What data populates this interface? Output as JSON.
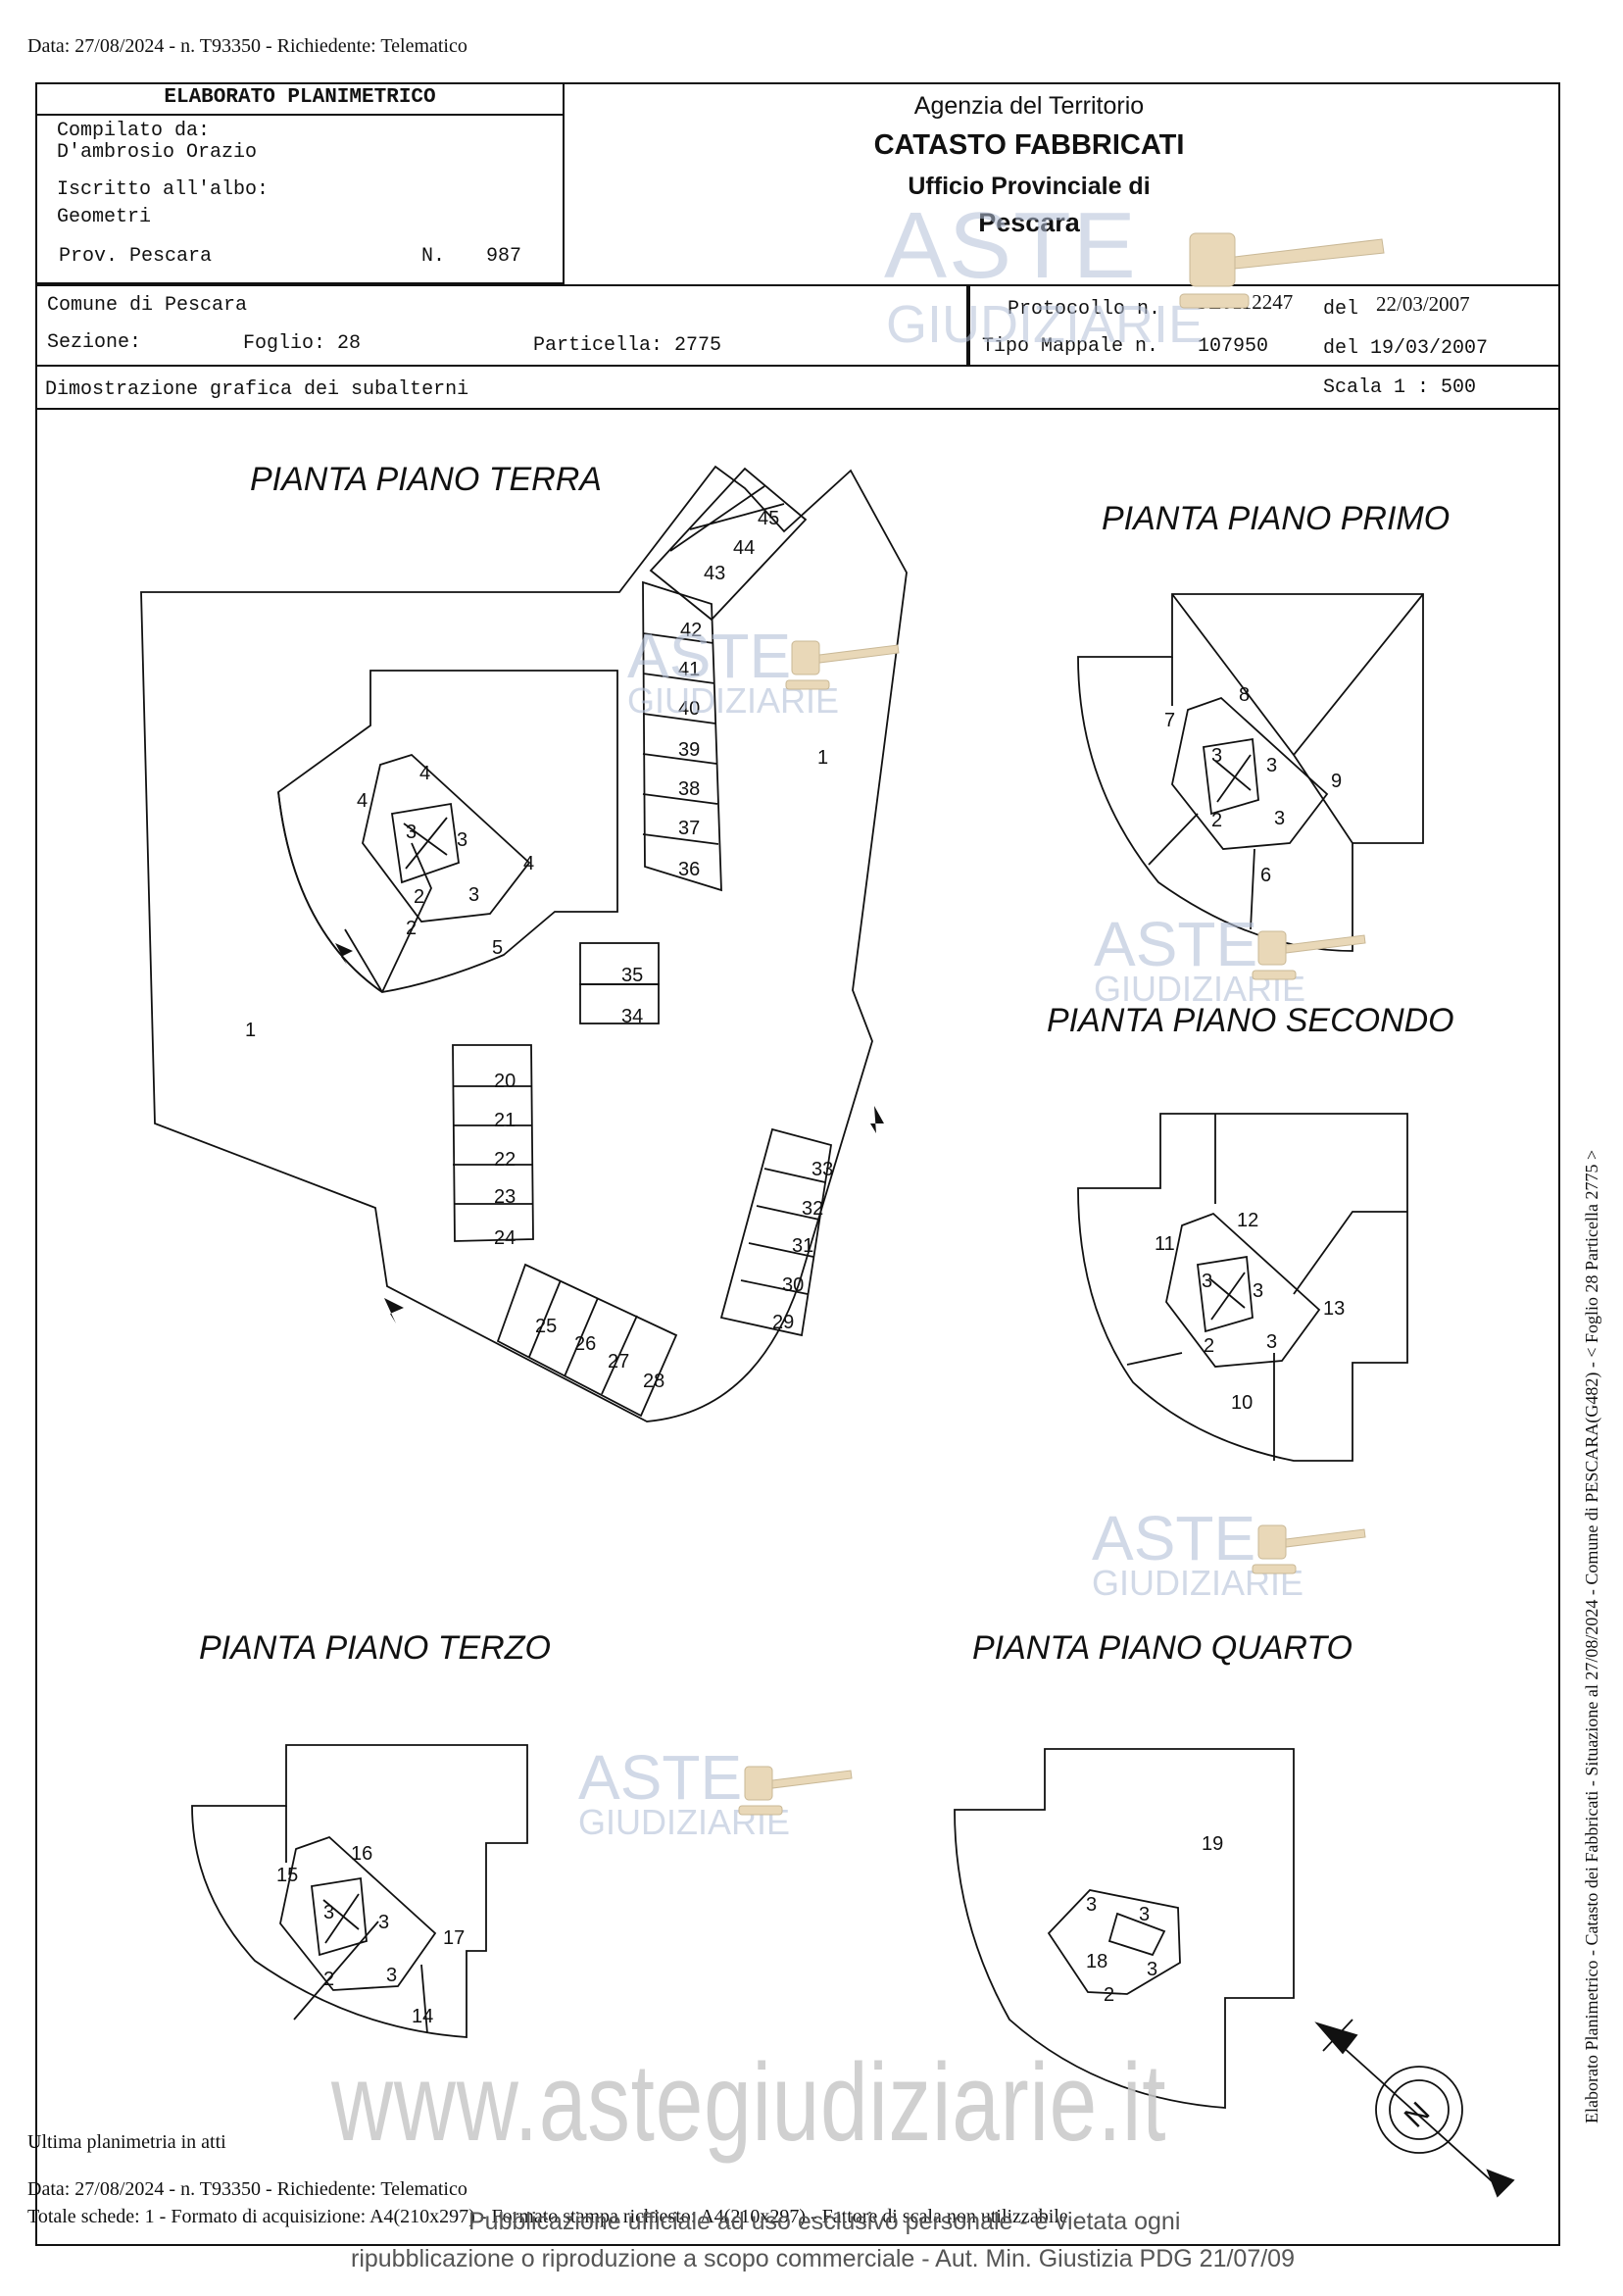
{
  "top_info": "Data: 27/08/2024 - n. T93350 - Richiedente: Telematico",
  "header": {
    "box_title": "ELABORATO PLANIMETRICO",
    "compilato_label": "Compilato da:",
    "compilato_name": "D'ambrosio Orazio",
    "iscritto_label": "Iscritto all'albo:",
    "albo": "Geometri",
    "prov": "Prov. Pescara",
    "n_label": "N.",
    "n_value": "987",
    "agency": "Agenzia del Territorio",
    "catasto": "CATASTO FABBRICATI",
    "ufficio": "Ufficio Provinciale di",
    "city": "Pescara"
  },
  "info": {
    "comune": "Comune di Pescara",
    "sezione": "Sezione:",
    "foglio": "Foglio: 28",
    "particella": "Particella: 2775",
    "protocollo_label": "Protocollo n.",
    "protocollo_value": "PE0112247",
    "del1_label": "del",
    "del1_value": "22/03/2007",
    "tipo_label": "Tipo Mappale n.",
    "tipo_value": "107950",
    "del2": "del 19/03/2007",
    "dimostrazione": "Dimostrazione grafica dei subalterni",
    "scala": "Scala 1 : 500"
  },
  "floors": {
    "terra": "PIANTA PIANO TERRA",
    "primo": "PIANTA PIANO PRIMO",
    "secondo": "PIANTA PIANO SECONDO",
    "terzo": "PIANTA PIANO TERZO",
    "quarto": "PIANTA PIANO QUARTO"
  },
  "subalterni": {
    "terra": [
      "45",
      "44",
      "43",
      "42",
      "41",
      "40",
      "39",
      "38",
      "37",
      "36",
      "1",
      "4",
      "4",
      "3",
      "3",
      "4",
      "2",
      "3",
      "2",
      "5",
      "35",
      "34",
      "1",
      "20",
      "21",
      "22",
      "23",
      "24",
      "33",
      "32",
      "31",
      "30",
      "29",
      "25",
      "26",
      "27",
      "28"
    ],
    "primo": [
      "8",
      "7",
      "3",
      "3",
      "9",
      "2",
      "3",
      "6"
    ],
    "secondo": [
      "12",
      "11",
      "3",
      "3",
      "13",
      "2",
      "3",
      "10"
    ],
    "terzo": [
      "16",
      "15",
      "3",
      "3",
      "17",
      "2",
      "3",
      "14"
    ],
    "quarto": [
      "19",
      "3",
      "3",
      "18",
      "3",
      "2"
    ]
  },
  "watermark": {
    "aste": "ASTE",
    "giudiziarie": "GIUDIZIARIE",
    "site": "www.astegiudiziarie.it",
    "line1": "Pubblicazione ufficiale ad uso esclusivo personale - è vietata ogni",
    "line2": "ripubblicazione o riproduzione a scopo commerciale - Aut. Min. Giustizia PDG 21/07/09"
  },
  "side_text": "Elaborato Planimetrico - Catasto dei Fabbricati - Situazione al 27/08/2024 - Comune di PESCARA(G482) - < Foglio 28 Particella 2775 >",
  "footer": {
    "ultima": "Ultima planimetria in atti",
    "data": "Data: 27/08/2024 - n. T93350 - Richiedente: Telematico",
    "totale": "Totale schede: 1 - Formato di acquisizione: A4(210x297) - Formato stampa richiesto: A4(210x297) - Fattore di scala non utilizzabile"
  },
  "north_label": "N",
  "colors": {
    "ink": "#111111",
    "watermark": "#9aa9c8",
    "gavel": "#e9d8b8"
  }
}
